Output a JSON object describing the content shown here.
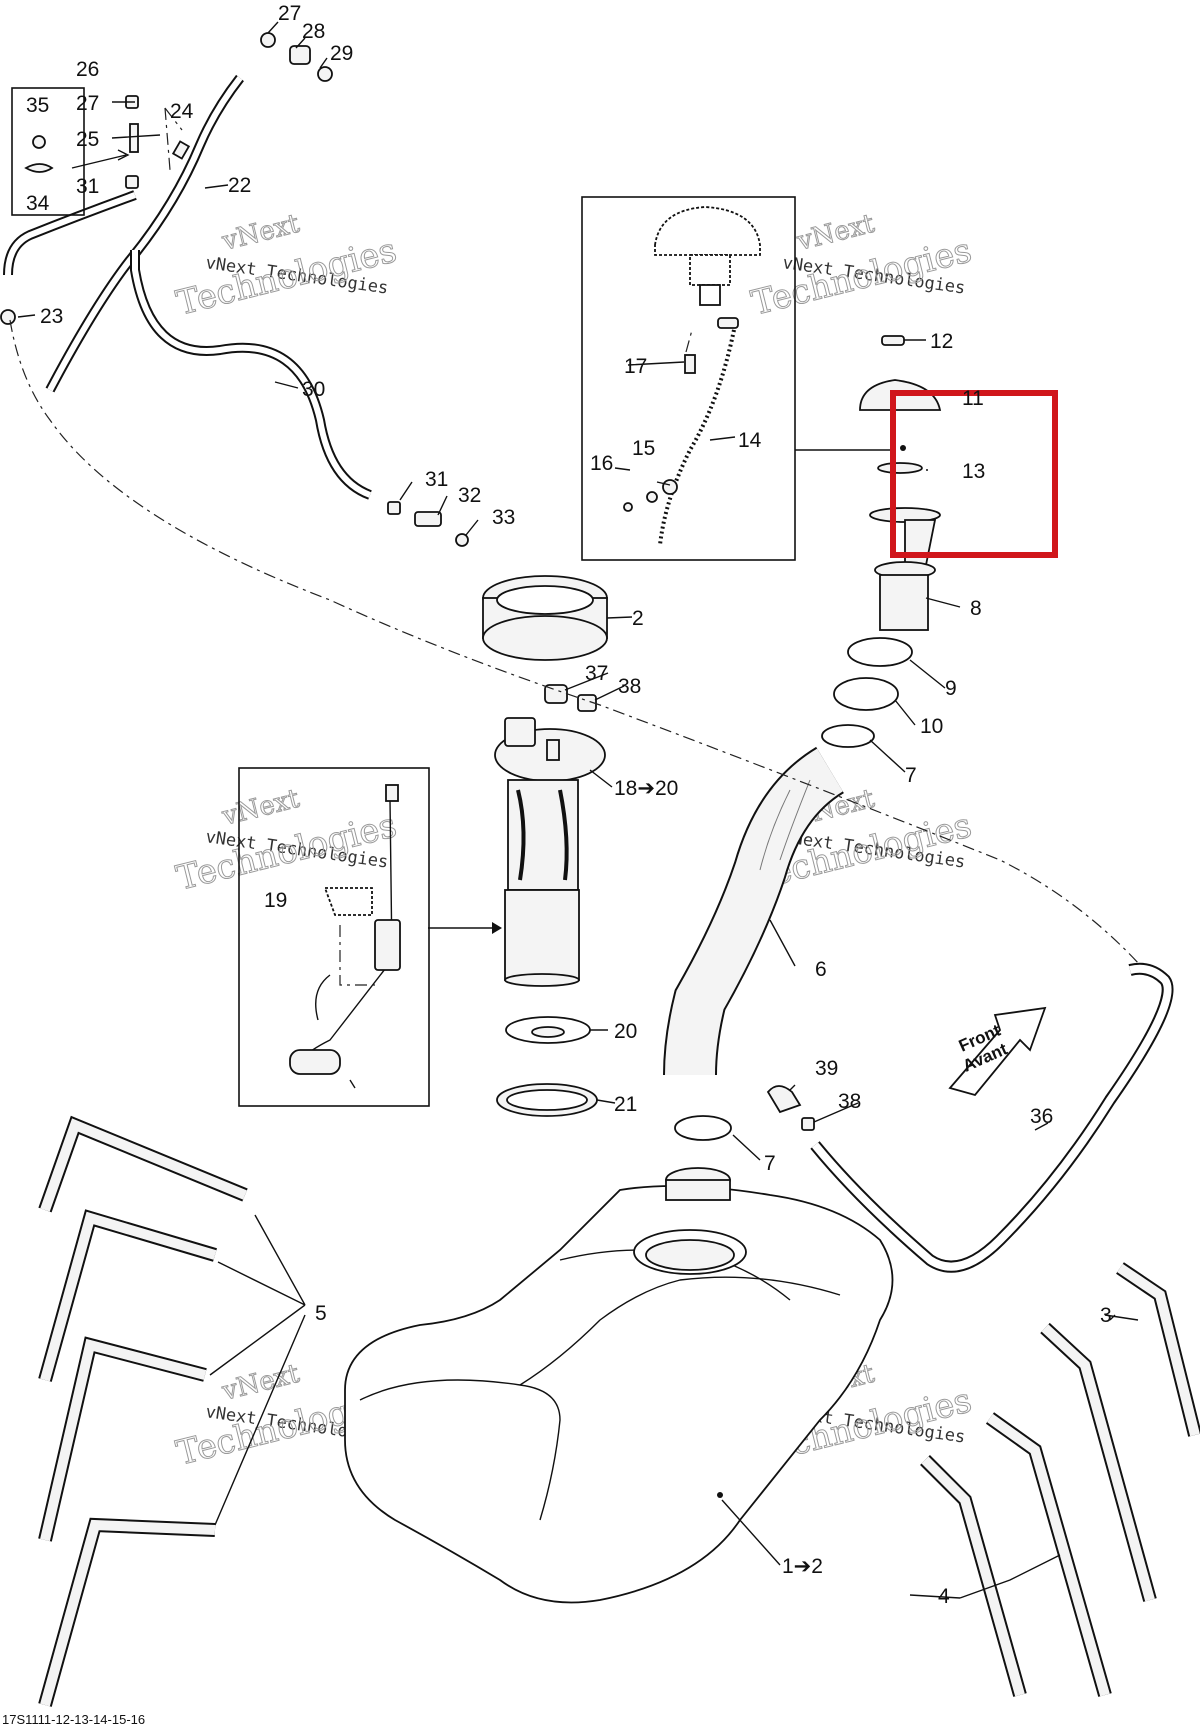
{
  "footer_code": "17S1111-12-13-14-15-16",
  "watermark": {
    "line1": "vNext",
    "line2": "vNext Technologies",
    "line3": "Technologies"
  },
  "front_badge": {
    "en": "Front",
    "fr": "Avant"
  },
  "highlight_color": "#d0161b",
  "callouts": {
    "c26": "26",
    "c27a": "27",
    "c28": "28",
    "c29": "29",
    "c35": "35",
    "c27b": "27",
    "c24": "24",
    "c25": "25",
    "c34": "34",
    "c31a": "31",
    "c22": "22",
    "c23": "23",
    "c30": "30",
    "c31b": "31",
    "c32": "32",
    "c33": "33",
    "c17": "17",
    "c16": "16",
    "c15": "15",
    "c14": "14",
    "c12": "12",
    "c11": "11",
    "c13": "13",
    "c8": "8",
    "c2": "2",
    "c37": "37",
    "c38a": "38",
    "c9": "9",
    "c10": "10",
    "c7a": "7",
    "c18": "18➔20",
    "c19": "19",
    "c6": "6",
    "c20": "20",
    "c39": "39",
    "c38b": "38",
    "c21": "21",
    "c7b": "7",
    "c36": "36",
    "c5": "5",
    "c3": "3",
    "c4": "4",
    "c1": "1➔2"
  }
}
